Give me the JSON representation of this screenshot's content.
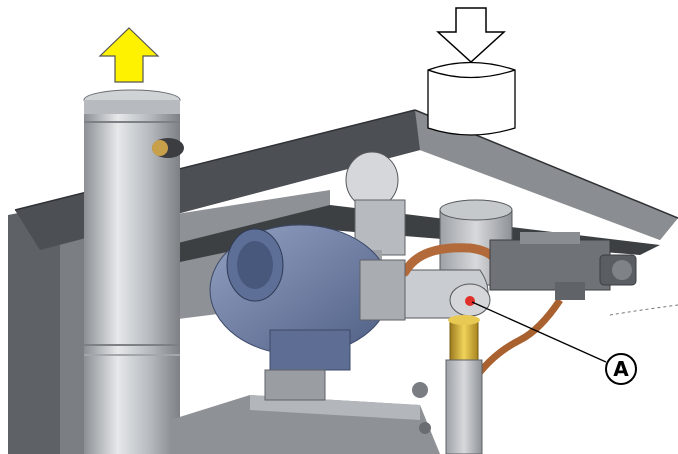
{
  "diagram": {
    "callouts": [
      {
        "id": "A",
        "label": "A"
      }
    ],
    "arrows": {
      "exhaust": {
        "direction": "up",
        "fill": "#FFF200",
        "stroke": "#555555"
      },
      "intake": {
        "direction": "down",
        "fill": "#FFFFFF",
        "stroke": "#000000"
      }
    },
    "colors": {
      "steel": "#B9BDC2",
      "panel_dark": "#6F7276",
      "panel_top": "#8A8D91",
      "blower_blue": "#6E7FA6",
      "copper": "#B36A3A",
      "brass": "#D8B53A",
      "marker_red": "#E0302A"
    }
  }
}
